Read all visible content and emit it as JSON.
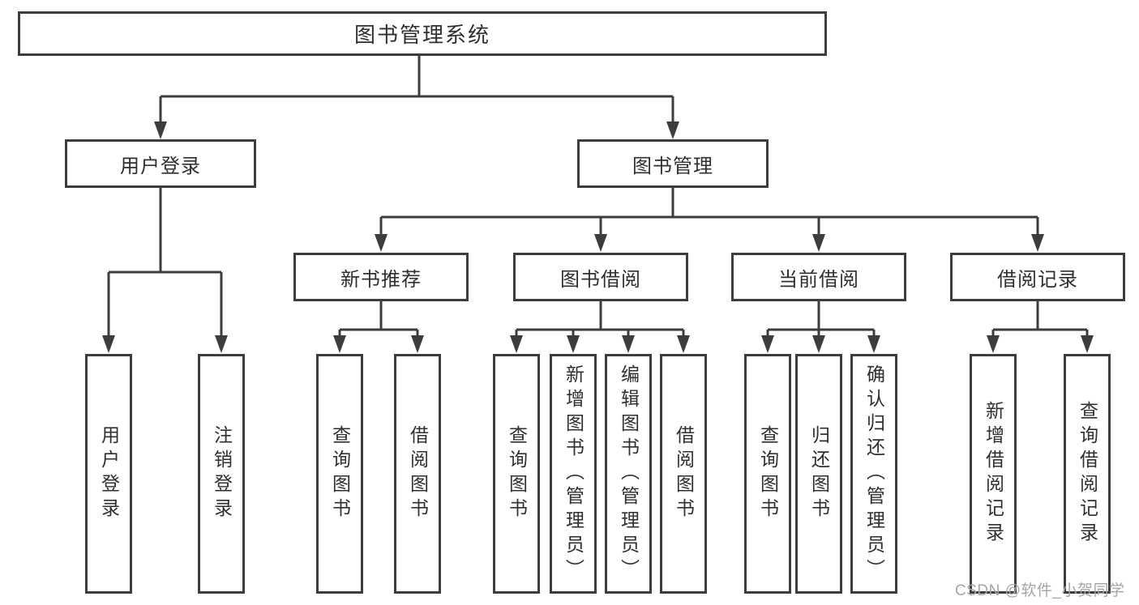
{
  "watermark": {
    "text": "CSDN @软件_小贺同学"
  },
  "colors": {
    "line": "#3d3d3d",
    "text": "#2f2f2f",
    "watermark": "#a5a5a5",
    "background": "#ffffff"
  },
  "tree": {
    "root": {
      "label": "图书管理系统",
      "children": [
        {
          "label": "用户登录",
          "children": [
            {
              "label": "用户登录"
            },
            {
              "label": "注销登录"
            }
          ]
        },
        {
          "label": "图书管理",
          "children": [
            {
              "label": "新书推荐",
              "children": [
                {
                  "label": "查询图书"
                },
                {
                  "label": "借阅图书"
                }
              ]
            },
            {
              "label": "图书借阅",
              "children": [
                {
                  "label": "查询图书"
                },
                {
                  "label": "新增图书（管理员）"
                },
                {
                  "label": "编辑图书（管理员）"
                },
                {
                  "label": "借阅图书"
                }
              ]
            },
            {
              "label": "当前借阅",
              "children": [
                {
                  "label": "查询图书"
                },
                {
                  "label": "归还图书"
                },
                {
                  "label": "确认归还（管理员）"
                }
              ]
            },
            {
              "label": "借阅记录",
              "children": [
                {
                  "label": "新增借阅记录"
                },
                {
                  "label": "查询借阅记录"
                }
              ]
            }
          ]
        }
      ]
    }
  }
}
